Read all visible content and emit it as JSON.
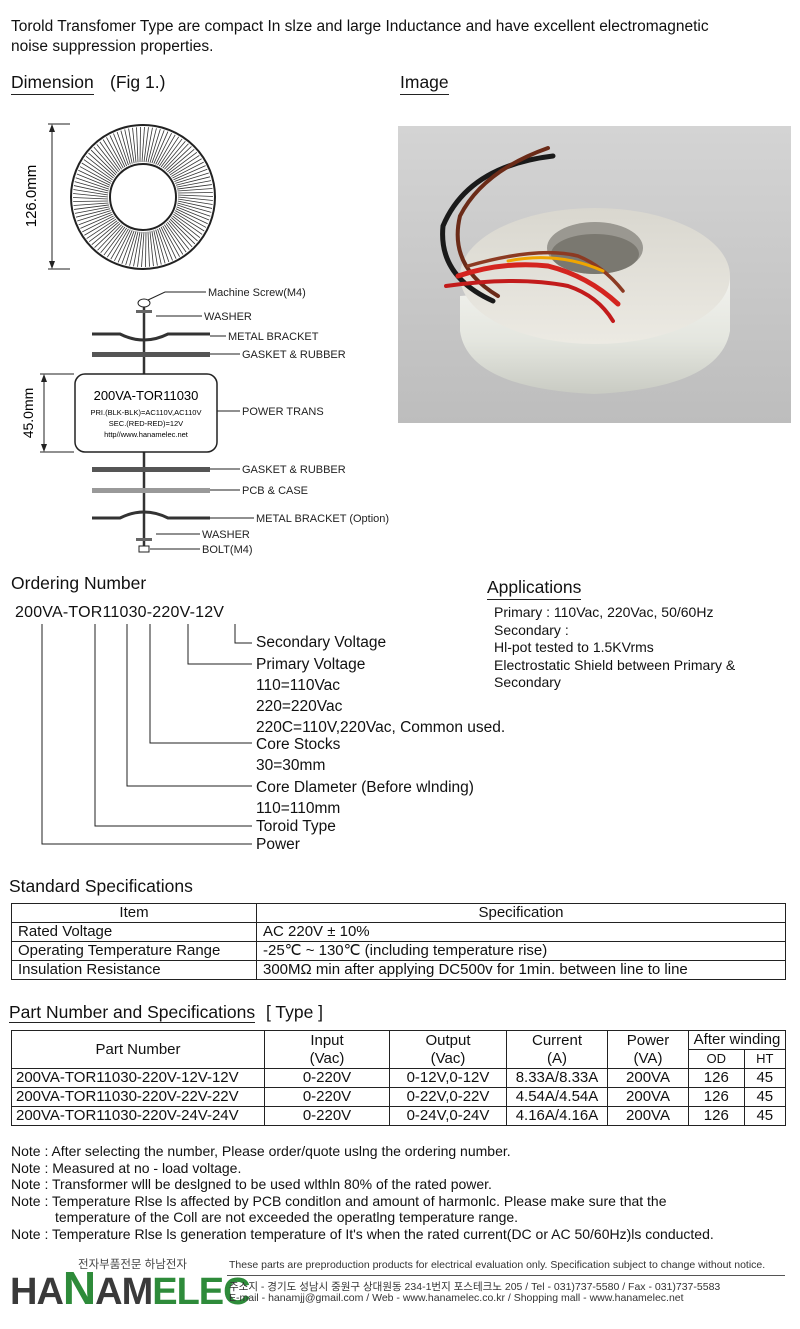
{
  "intro": "Torold Transfomer Type are compact In slze and large Inductance and have excellent electromagnetic noise suppression properties.",
  "dimension_heading": "Dimension",
  "dimension_fig": "(Fig 1.)",
  "image_heading": "Image",
  "drawing": {
    "diameter_label": "126.0mm",
    "height_label": "45.0mm",
    "plate_title": "200VA-TOR11030",
    "plate_line1": "PRI.(BLK-BLK)=AC110V,AC110V",
    "plate_line2": "SEC.(RED-RED)=12V",
    "plate_line3": "http//www.hanamelec.net",
    "callouts": [
      "Machine Screw(M4)",
      "WASHER",
      "METAL BRACKET",
      "GASKET & RUBBER",
      "POWER TRANS",
      "GASKET & RUBBER",
      "PCB & CASE",
      "METAL BRACKET (Option)",
      "WASHER",
      "BOLT(M4)"
    ]
  },
  "ordering": {
    "heading": "Ordering Number",
    "code": "200VA-TOR11030-220V-12V",
    "items": [
      "Secondary Voltage",
      "Primary Voltage",
      "110=110Vac",
      "220=220Vac",
      "220C=110V,220Vac, Common used.",
      "Core Stocks",
      "30=30mm",
      "Core Dlameter (Before wlnding)",
      "110=110mm",
      "Toroid Type",
      "Power"
    ]
  },
  "applications": {
    "heading": "Applications",
    "lines": [
      "Primary : 110Vac, 220Vac, 50/60Hz",
      "Secondary :",
      "Hl-pot tested to 1.5KVrms",
      "Electrostatic Shield between Primary &",
      "Secondary"
    ]
  },
  "standard_specs": {
    "heading": "Standard Specifications",
    "headers": [
      "Item",
      "Specification"
    ],
    "rows": [
      [
        "Rated Voltage",
        "AC 220V ± 10%"
      ],
      [
        "Operating Temperature Range",
        "-25℃ ~ 130℃ (including temperature rise)"
      ],
      [
        "Insulation Resistance",
        "300MΩ min after applying DC500v for 1min. between line to line"
      ]
    ]
  },
  "parts": {
    "heading": "Part Number and Specifications",
    "heading_suffix": "[ Type ]",
    "headers": {
      "part": "Part   Number",
      "input": "Input",
      "input_unit": "(Vac)",
      "output": "Output",
      "output_unit": "(Vac)",
      "current": "Current",
      "current_unit": "(A)",
      "power": "Power",
      "power_unit": "(VA)",
      "after": "After winding",
      "od": "OD",
      "ht": "HT"
    },
    "rows": [
      [
        "200VA-TOR11030-220V-12V-12V",
        "0-220V",
        "0-12V,0-12V",
        "8.33A/8.33A",
        "200VA",
        "126",
        "45"
      ],
      [
        "200VA-TOR11030-220V-22V-22V",
        "0-220V",
        "0-22V,0-22V",
        "4.54A/4.54A",
        "200VA",
        "126",
        "45"
      ],
      [
        "200VA-TOR11030-220V-24V-24V",
        "0-220V",
        "0-24V,0-24V",
        "4.16A/4.16A",
        "200VA",
        "126",
        "45"
      ]
    ]
  },
  "notes": [
    "Note : After selecting the number, Please order/quote uslng the ordering number.",
    "Note : Measured at no - load voltage.",
    "Note : Transformer wlll be deslgned to be used wlthln 80% of the rated power.",
    "Note : Temperature Rlse ls affected by PCB conditlon and amount of harmonlc. Please make sure that the",
    "          temperature of the Coll are not exceeded the operatlng temperature range.",
    "Note : Temperature Rlse ls generation temperature of It's when the rated current(DC or AC 50/60Hz)ls conducted."
  ],
  "footer": {
    "korean_tag": "전자부품전문 하남전자",
    "logo_part1": "HA",
    "logo_part2": "N",
    "logo_part3": "AM",
    "logo_part4": "ELEC",
    "disclaimer": "These parts are preproduction products for electrical evaluation only. Specification subject to change without notice.",
    "address": "주소지 - 경기도 성남시 중원구 상대원동 234-1번지 포스테크노 205  /  Tel - 031)737-5580  /  Fax - 031)737-5583",
    "contacts": "E-mail - hanamjj@gmail.com  /  Web - www.hanamelec.co.kr  /  Shopping mall - www.hanamelec.net"
  },
  "colors": {
    "logo_dark": "#3a3a3a",
    "logo_green": "#2e8b3a"
  }
}
